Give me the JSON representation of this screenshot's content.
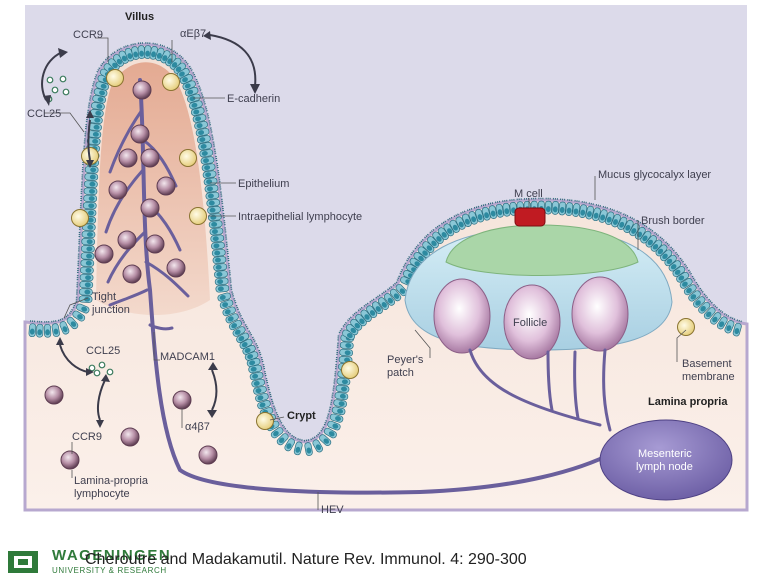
{
  "labels": {
    "villus": "Villus",
    "ccr9_top": "CCR9",
    "aeb7": "αEβ7",
    "ecadherin": "E-cadherin",
    "ccl25_top": "CCL25",
    "epithelium": "Epithelium",
    "iel": "Intraepithelial lymphocyte",
    "tight_junction_1": "Tight",
    "tight_junction_2": "junction",
    "ccl25_bottom": "CCL25",
    "madcam1": "MADCAM1",
    "a4b7": "α4β7",
    "ccr9_bottom": "CCR9",
    "lpl_1": "Lamina-propria",
    "lpl_2": "lymphocyte",
    "crypt": "Crypt",
    "hev": "HEV",
    "m_cell": "M cell",
    "mucus": "Mucus glycocalyx layer",
    "brush": "Brush border",
    "follicle": "Follicle",
    "peyers_1": "Peyer's",
    "peyers_2": "patch",
    "basement_1": "Basement",
    "basement_2": "membrane",
    "lamina_propria": "Lamina propria",
    "mln_1": "Mesenteric",
    "mln_2": "lymph node"
  },
  "footer": {
    "logo_word": "WAGENINGEN",
    "logo_sub": "UNIVERSITY & RESEARCH",
    "citation": "Cheroutre and Madakamutil.  Nature Rev. Immunol. 4: 290-300"
  },
  "colors": {
    "lumen": "#d8d6e6",
    "tissue": "#f1dcd2",
    "villus_core": "#e9b9a6",
    "epithelial_cell": "#3a9ab0",
    "vessel": "#6a5f9c",
    "follicle_base": "#c6e4ef",
    "dome": "#a9d6a8",
    "follicle_cell": "#c89cbf",
    "mln": "#8577b9",
    "iel": "#f4e8b4",
    "lymphocyte": "#b07f95",
    "m_cell": "#c01b22"
  }
}
